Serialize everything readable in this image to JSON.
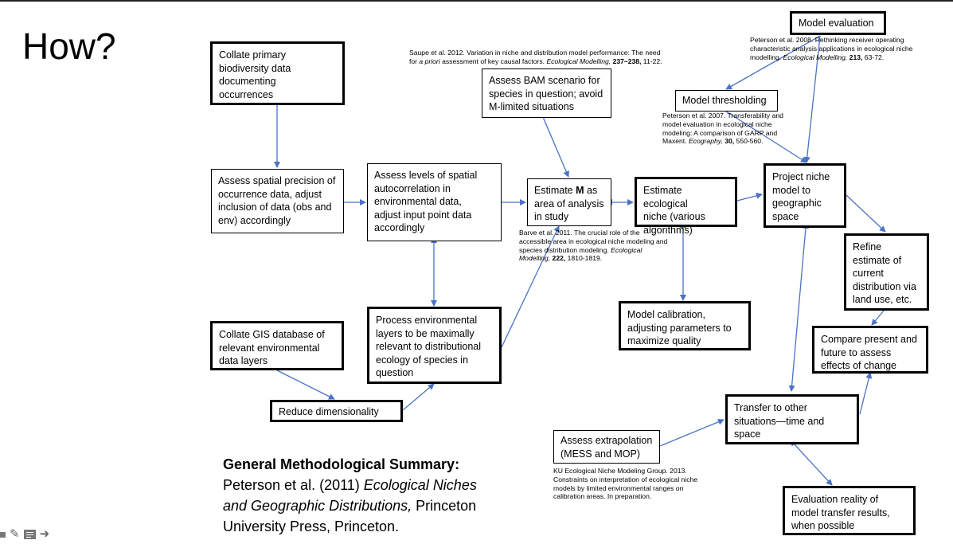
{
  "slide_title": "How?",
  "boxes": {
    "collate_primary": "Collate primary\nbiodiversity data\ndocumenting\noccurrences",
    "assess_spatial_precision": "Assess spatial precision of\noccurrence data, adjust\ninclusion of data (obs and\nenv) accordingly",
    "assess_autocorrelation": "Assess levels of spatial\nautocorrelation in\nenvironmental data,\nadjust input point data\naccordingly",
    "estimate_m_prefix": "Estimate ",
    "estimate_m_bold": "M",
    "estimate_m_suffix": " as\narea of analysis\nin study",
    "assess_bam": "Assess BAM scenario for\nspecies in question; avoid\nM-limited situations",
    "estimate_niche": "Estimate ecological\nniche (various\nalgorithms)",
    "project_niche": "Project niche\nmodel to\ngeographic\nspace",
    "model_evaluation": "Model evaluation",
    "model_thresholding": "Model thresholding",
    "refine_estimate": "Refine\nestimate of\ncurrent\ndistribution via\nland use, etc.",
    "compare_present_future": "Compare present and\nfuture to assess\neffects of change",
    "model_calibration": "Model calibration,\nadjusting parameters to\nmaximize quality",
    "process_env_layers": "Process environmental\nlayers to be maximally\nrelevant to distributional\necology of species in\nquestion",
    "collate_gis": "Collate GIS database of\nrelevant environmental\ndata layers",
    "reduce_dimensionality": "Reduce dimensionality",
    "transfer_situations": "Transfer to other\nsituations—time and\nspace",
    "assess_extrapolation": "Assess extrapolation\n(MESS and MOP)",
    "evaluation_reality": "Evaluation reality of\nmodel transfer results,\nwhen possible"
  },
  "references": {
    "saupe_1": "Saupe et al. 2012. Variation in niche and distribution model performance: The need",
    "saupe_2a": "for ",
    "saupe_2b": "a priori",
    "saupe_2c": " assessment of key causal factors. ",
    "saupe_2d": "Ecological Modelling,",
    "saupe_2e": " 237–238,",
    "saupe_2f": " 11-22.",
    "peterson2008_a": "Peterson et al. 2008. Rethinking receiver operating\ncharacteristic analysis applications in ecological niche\nmodelling. ",
    "peterson2008_b": "Ecological Modelling,",
    "peterson2008_c": " 213,",
    "peterson2008_d": " 63-72.",
    "peterson2007_a": "Peterson et al. 2007. Transferability and\nmodel evaluation in ecological niche\nmodeling: A comparison of GARP and\nMaxent. ",
    "peterson2007_b": "Ecography,",
    "peterson2007_c": " 30,",
    "peterson2007_d": " 550-560.",
    "barve_a": "Barve et al. 2011. The crucial role of the\naccessible area in ecological niche modeling and\nspecies distribution modeling. ",
    "barve_b": "Ecological\nModelling,",
    "barve_c": " 222,",
    "barve_d": " 1810-1819.",
    "ku_group": "KU Ecological Niche Modeling Group. 2013.\nConstraints on interpretation of ecological niche\nmodels by limited environmental ranges on\ncalibration areas. In preparation."
  },
  "summary": {
    "heading": "General Methodological Summary:",
    "line2_a": "Peterson et al. (2011) ",
    "line2_b": "Ecological Niches",
    "line3_a": "and Geographic Distributions,",
    "line3_b": " Princeton",
    "line4": "University Press, Princeton."
  },
  "colors": {
    "arrow": "#4a72c4",
    "border": "#000000"
  },
  "toolbar_icons": [
    "pointer-icon",
    "pen-icon",
    "menu-icon",
    "next-arrow-icon"
  ]
}
